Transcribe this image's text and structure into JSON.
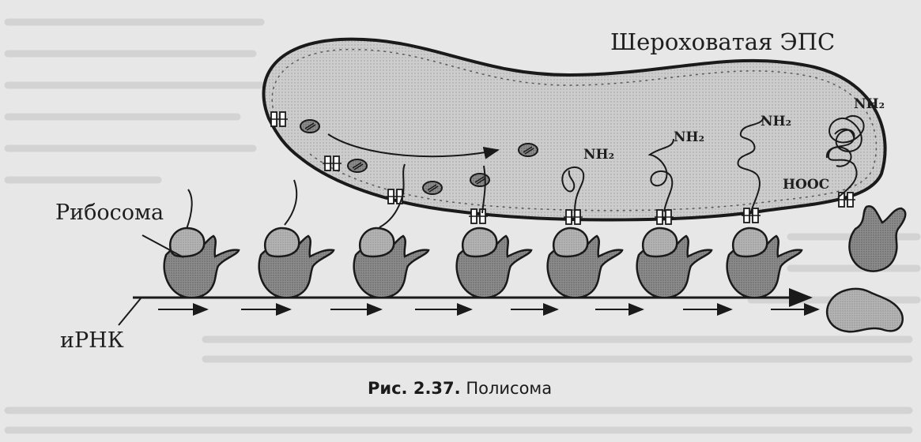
{
  "diagram": {
    "title_label": "Шероховатая ЭПС",
    "ribosome_label": "Рибосома",
    "mrna_label": "иРНК",
    "terminal_labels": {
      "nh2_1": "NH₂",
      "nh2_2": "NH₂",
      "nh2_3": "NH₂",
      "nh2_4": "NH₂",
      "cooh": "HOOC"
    }
  },
  "caption": {
    "number": "Рис. 2.37.",
    "text": "Полисома"
  },
  "colors": {
    "background": "#e7e7e7",
    "er_fill": "#cdcdcd",
    "ribosome_fill": "#8c8c8c",
    "small_subunit_fill": "#b4b4b4",
    "outline": "#1a1a1a"
  }
}
